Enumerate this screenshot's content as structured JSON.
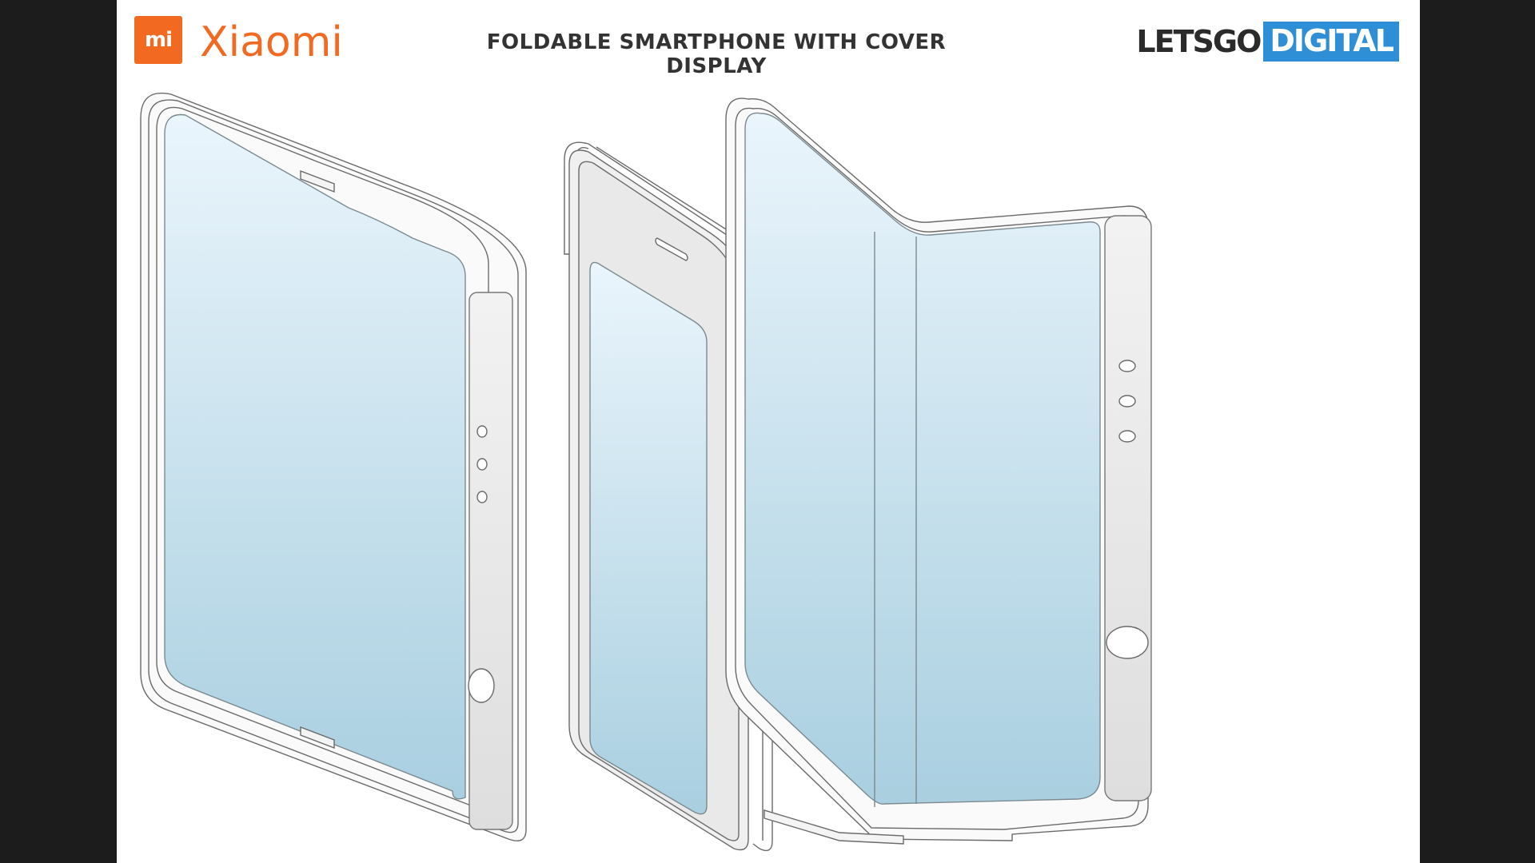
{
  "header": {
    "logo_mark": "mi",
    "brand_name": "Xiaomi",
    "title": "FOLDABLE SMARTPHONE WITH COVER DISPLAY",
    "publisher_logo_left": "LETSGO",
    "publisher_logo_right": "DIGITAL"
  },
  "colors": {
    "brand_orange": "#f26a21",
    "publisher_blue": "#2e8fd6",
    "screen_top": "#eaf5fc",
    "screen_bottom": "#a9cfe0",
    "frame_outline": "#6a6a6a",
    "background": "#1c1c1c"
  },
  "illustrations": [
    {
      "name": "folded-open-phone-front",
      "sensors": 3,
      "fingerprint": true
    },
    {
      "name": "folded-phone-cover-display",
      "earpiece": true
    },
    {
      "name": "half-unfolded-phone",
      "sensors": 3,
      "fingerprint": true
    }
  ]
}
